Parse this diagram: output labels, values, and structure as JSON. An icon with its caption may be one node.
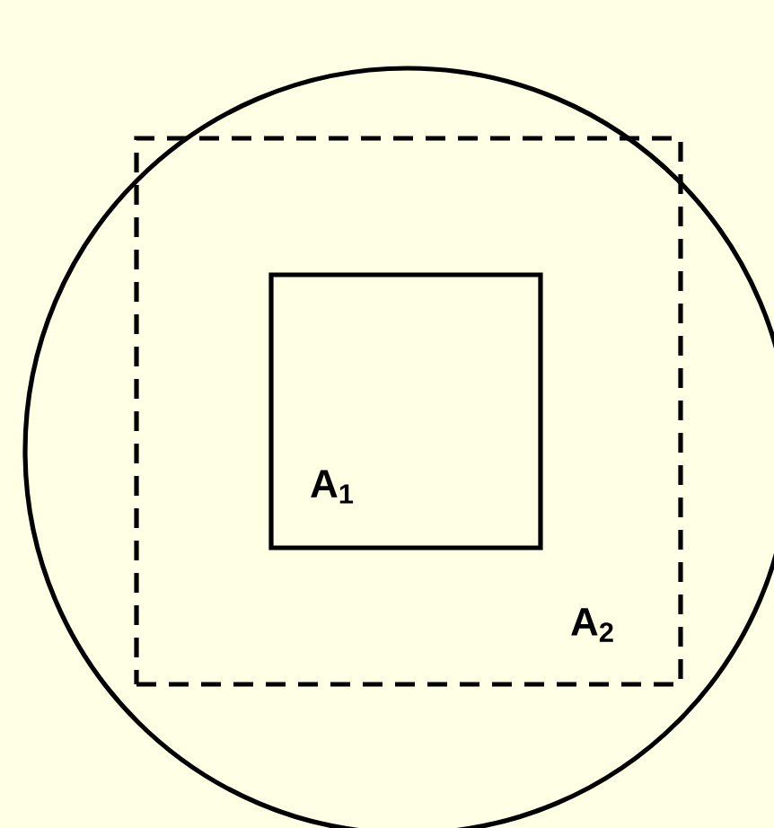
{
  "diagram": {
    "nodes": [
      {
        "text": [],
        "shape": "circle"
      },
      {
        "text": [
          "A$_{2}$"
        ],
        "in": 0
      },
      {
        "text": [
          "A$_{1}$"
        ],
        "in": 1
      }
    ]
  }
}
